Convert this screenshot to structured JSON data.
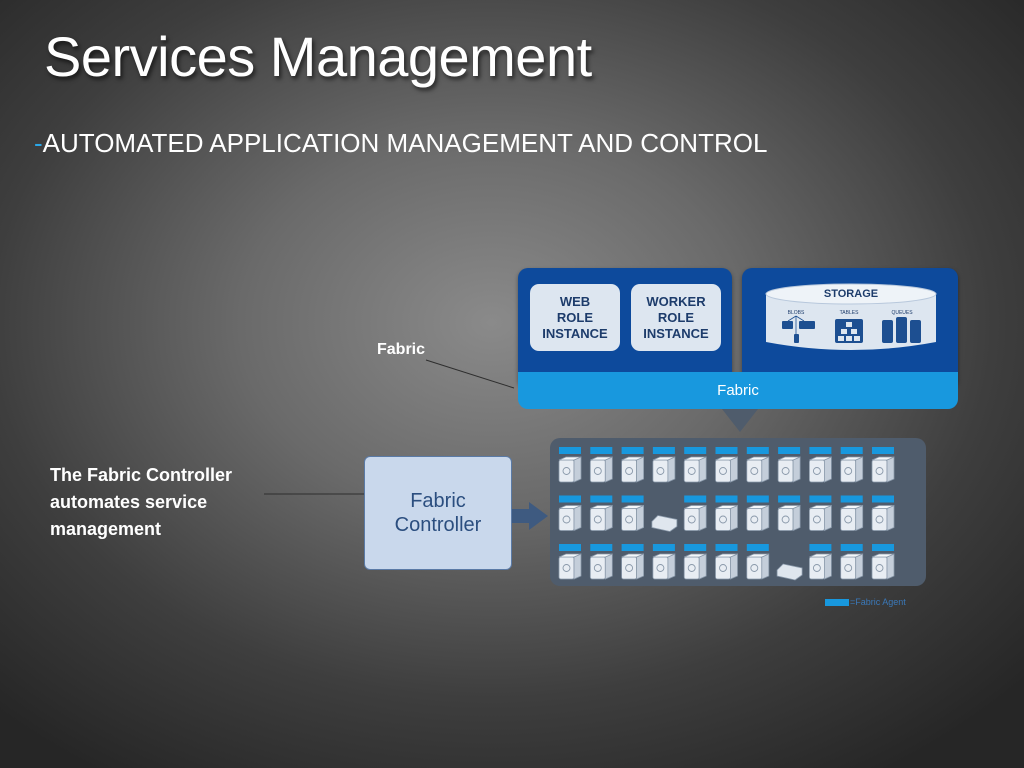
{
  "slide": {
    "title": "Services Management",
    "subtitle_dash": "-",
    "subtitle": "AUTOMATED APPLICATION MANAGEMENT AND CONTROL"
  },
  "callouts": {
    "fabric": "Fabric",
    "fabric_controller": "The Fabric Controller automates service management"
  },
  "diagram": {
    "web_role": "WEB\nROLE\nINSTANCE",
    "worker_role": "WORKER\nROLE\nINSTANCE",
    "storage": "STORAGE",
    "blobs": "BLOBS",
    "tables": "TABLES",
    "queues": "QUEUES",
    "fabric_bar": "Fabric",
    "fabric_controller": "Fabric\nController",
    "legend": "=Fabric Agent"
  },
  "cluster": {
    "rows": [
      {
        "agents": [
          1,
          1,
          1,
          1,
          1,
          1,
          1,
          1,
          1,
          1,
          1
        ],
        "nodes": [
          "server",
          "server",
          "server",
          "server",
          "server",
          "server",
          "server",
          "server",
          "server",
          "server",
          "server"
        ]
      },
      {
        "agents": [
          1,
          1,
          1,
          0,
          1,
          1,
          1,
          1,
          1,
          1,
          1
        ],
        "nodes": [
          "server",
          "server",
          "server",
          "flat",
          "server",
          "server",
          "server",
          "server",
          "server",
          "server",
          "server"
        ]
      },
      {
        "agents": [
          1,
          1,
          1,
          1,
          1,
          1,
          1,
          0,
          1,
          1,
          1
        ],
        "nodes": [
          "server",
          "server",
          "server",
          "server",
          "server",
          "server",
          "server",
          "flat",
          "server",
          "server",
          "server"
        ]
      }
    ]
  },
  "colors": {
    "panel_blue": "#0d4a9c",
    "fabric_blue": "#1898de",
    "agent_blue": "#1898de",
    "controller_fill": "#c9d8ec",
    "cluster_fill": "#4f5c6c",
    "accent_dash": "#2aa7e8"
  }
}
